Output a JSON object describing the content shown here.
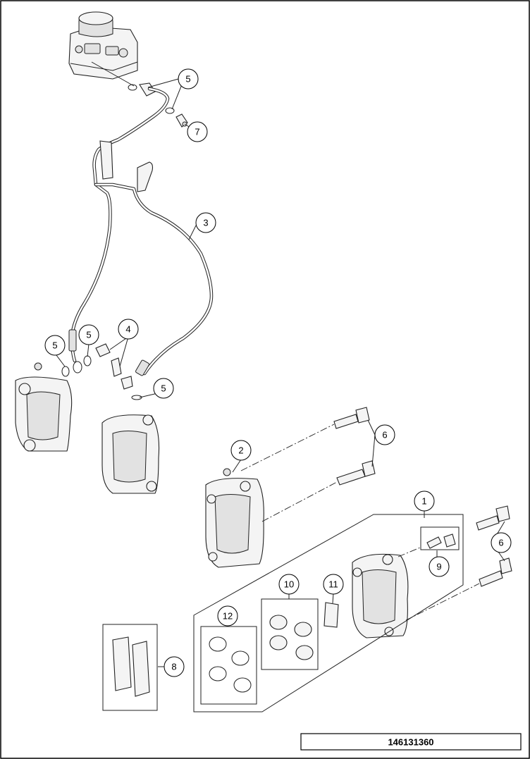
{
  "diagram": {
    "reference_number": "146131360",
    "callouts": {
      "c1": "1",
      "c2": "2",
      "c3": "3",
      "c4": "4",
      "c5a": "5",
      "c5b": "5",
      "c5c": "5",
      "c5d": "5",
      "c6a": "6",
      "c6b": "6",
      "c7": "7",
      "c8": "8",
      "c9": "9",
      "c10": "10",
      "c11": "11",
      "c12": "12"
    }
  }
}
